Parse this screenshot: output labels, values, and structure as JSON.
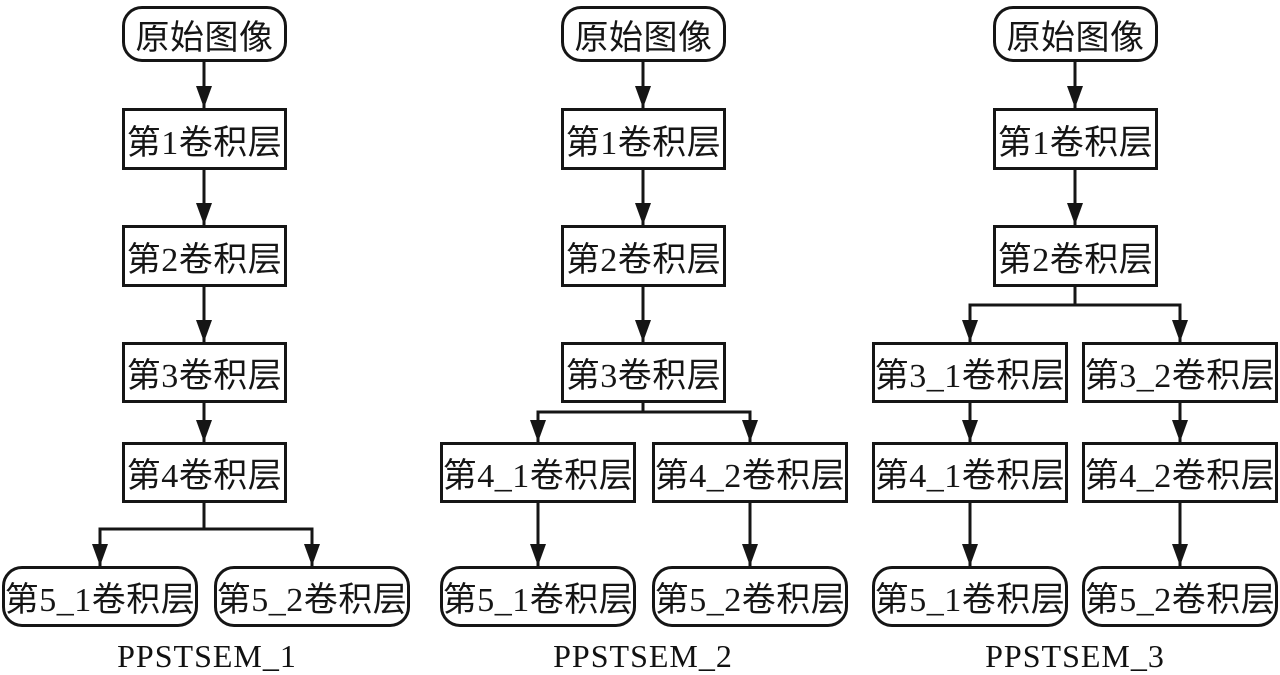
{
  "figure": {
    "background_color": "#ffffff",
    "line_color": "#151515",
    "diagrams": [
      {
        "caption": "PPSTSEM_1",
        "nodes": {
          "input": "原始图像",
          "conv1": "第1卷积层",
          "conv2": "第2卷积层",
          "conv3": "第3卷积层",
          "conv4": "第4卷积层",
          "conv5_1": "第5_1卷积层",
          "conv5_2": "第5_2卷积层"
        },
        "edges": [
          [
            "input",
            "conv1"
          ],
          [
            "conv1",
            "conv2"
          ],
          [
            "conv2",
            "conv3"
          ],
          [
            "conv3",
            "conv4"
          ],
          [
            "conv4",
            "conv5_1"
          ],
          [
            "conv4",
            "conv5_2"
          ]
        ]
      },
      {
        "caption": "PPSTSEM_2",
        "nodes": {
          "input": "原始图像",
          "conv1": "第1卷积层",
          "conv2": "第2卷积层",
          "conv3": "第3卷积层",
          "conv4_1": "第4_1卷积层",
          "conv4_2": "第4_2卷积层",
          "conv5_1": "第5_1卷积层",
          "conv5_2": "第5_2卷积层"
        },
        "edges": [
          [
            "input",
            "conv1"
          ],
          [
            "conv1",
            "conv2"
          ],
          [
            "conv2",
            "conv3"
          ],
          [
            "conv3",
            "conv4_1"
          ],
          [
            "conv3",
            "conv4_2"
          ],
          [
            "conv4_1",
            "conv5_1"
          ],
          [
            "conv4_2",
            "conv5_2"
          ]
        ]
      },
      {
        "caption": "PPSTSEM_3",
        "nodes": {
          "input": "原始图像",
          "conv1": "第1卷积层",
          "conv2": "第2卷积层",
          "conv3_1": "第3_1卷积层",
          "conv3_2": "第3_2卷积层",
          "conv4_1": "第4_1卷积层",
          "conv4_2": "第4_2卷积层",
          "conv5_1": "第5_1卷积层",
          "conv5_2": "第5_2卷积层"
        },
        "edges": [
          [
            "input",
            "conv1"
          ],
          [
            "conv1",
            "conv2"
          ],
          [
            "conv2",
            "conv3_1"
          ],
          [
            "conv2",
            "conv3_2"
          ],
          [
            "conv3_1",
            "conv4_1"
          ],
          [
            "conv3_2",
            "conv4_2"
          ],
          [
            "conv4_1",
            "conv5_1"
          ],
          [
            "conv4_2",
            "conv5_2"
          ]
        ]
      }
    ]
  }
}
